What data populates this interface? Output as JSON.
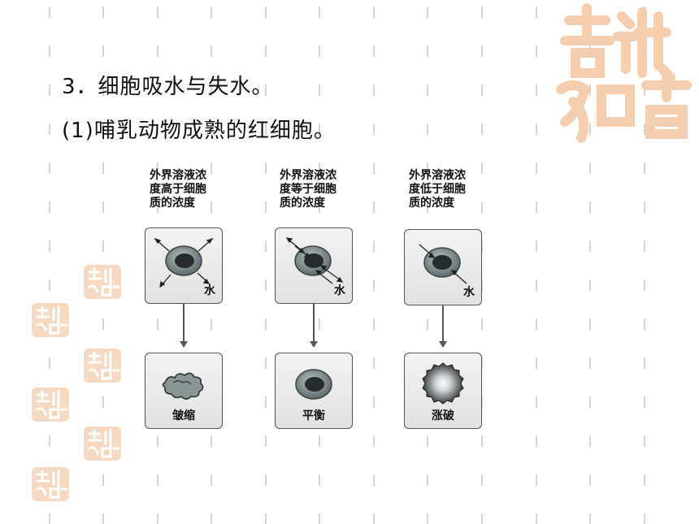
{
  "heading": "3．细胞吸水与失水。",
  "subheading": "(1)哺乳动物成熟的红细胞。",
  "water_label": "水",
  "columns": [
    {
      "condition": [
        "外界溶液浓",
        "度高于细胞",
        "质的浓度"
      ],
      "result": "皱缩"
    },
    {
      "condition": [
        "外界溶液浓",
        "度等于细胞",
        "质的浓度"
      ],
      "result": "平衡"
    },
    {
      "condition": [
        "外界溶液浓",
        "度低于细胞",
        "质的浓度"
      ],
      "result": "涨破"
    }
  ],
  "colors": {
    "seal": "#f4c9a8",
    "cell_outer": "#7d8b8e",
    "cell_inner": "#2a2f31"
  },
  "icons": {
    "seal": "ji-xiang-ru-yi-seal-icon"
  }
}
